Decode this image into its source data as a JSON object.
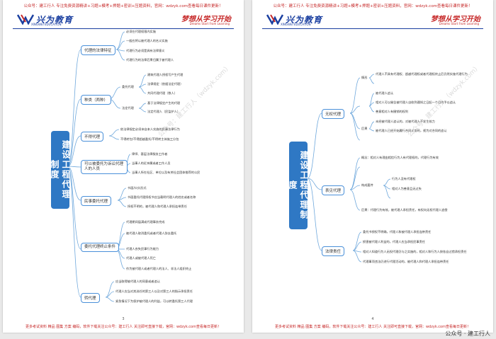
{
  "header": {
    "topline": "公众号：建工行人  专注免费资源精讲+习题+模考+押题+密训+压题资料，官网：wdzyk.com查看每日课件更新！",
    "logo_text": "兴为教育",
    "logo_sub": "XINGWEI EDUCATION",
    "slogan": "梦想从学习开始",
    "slogan_sub": "Dreams Start From Learning"
  },
  "footer": {
    "text": "更多考试资料 精品 图集 方案 编码，软件下载关注公众号：建工行人 关注即可直接下载，官网：wdzyk.com查看每日更新！"
  },
  "watermark": "公众号：建工行人（wdzyk.com）",
  "credit": "公众号 · 建工行人",
  "left_page": {
    "page_number": "3",
    "root": "建设工程代理制度",
    "branches": [
      {
        "label": "代理的法律特征",
        "leaves": [
          "必须在代理权限内实施",
          "一般应将以被代理人的名义实施",
          "代理行为必须是具有法律意义",
          "代理行为的法律后果归属于被代理人"
        ]
      },
      {
        "label": "种类（两种）",
        "leaves": [
          "委托代理",
          "法定代理",
          "建筑代理人授权写产生代理",
          "法律规定（依据法定代理）",
          "共同代理代理（数人）",
          "基于法律规定产生的代理",
          "法定代理人（民监护人）"
        ]
      },
      {
        "label": "不得代理",
        "leaves": [
          "依法律规定必须亲自本人实施的民事法律行为",
          "不得转包/不得超越委托/不得转主体施工分包"
        ]
      },
      {
        "label": "可以被委托为诉讼代理人的人员",
        "leaves": [
          "律师、基层法律服务工作者",
          "当事人的近亲属或者工作人员",
          "当事人所在社区、单位以及有关社会团体推荐的公民"
        ]
      },
      {
        "label": "民事委托代理",
        "leaves": [
          "书面/口头形式",
          "书面委托代理授权书应当载明代理人的姓名或者名称",
          "授权不明的，被代理人和代理人承担连带责任"
        ]
      },
      {
        "label": "委托代理终止条件",
        "leaves": [
          "代理期间届满或代理事务完成",
          "被代理人取消委托或者代理人辞去委托",
          "代理人丧失民事行为能力",
          "代理人或被代理人死亡",
          "作为被代理人或者代理人的法人、非法人组织终止"
        ]
      },
      {
        "label": "转代理",
        "leaves": [
          "应当取得被代理人的同意或者追认",
          "代理人应当对其选任的第三人以及对第三人的指示承担责任",
          "紧急情况下为保护被代理人的利益，可以转委托第三人代理"
        ]
      }
    ]
  },
  "right_page": {
    "page_number": "4",
    "root": "建设工程代理制度",
    "branches": [
      {
        "label": "无权代理",
        "leaves": [
          "情形",
          "代理人不具有代理权、超越代理权或者代理权终止后仍然实施代理行为",
          "被代理人追认",
          "相对人可以催告被代理人自收到通知之日起一个月内予以追认",
          "善意相对人有撤销的权利",
          "后果",
          "未经被代理人追认的，对被代理人不发生效力",
          "被代理人已经开始履行合同义务的，视为对合同的追认"
        ]
      },
      {
        "label": "表见代理",
        "leaves": [
          "概念：相对人有理由相信行为人有代理权的，代理行为有效",
          "构成要件",
          "行为人没有代理权",
          "相对人为善意且无过失",
          "后果：代理行为有效，被代理人承担责任，有权向无权代理人追偿"
        ]
      },
      {
        "label": "法律责任",
        "leaves": [
          "委托书授权不明确，代理人和被代理人承担连带责任",
          "损害被代理人利益的，代理人应当承担民事责任",
          "相对人知道行为人无权代理仍与之实施的，相对人和行为人按各自过错承担责任",
          "代理事项违法仍进行代理活动的，被代理人和代理人承担连带责任"
        ]
      }
    ]
  }
}
